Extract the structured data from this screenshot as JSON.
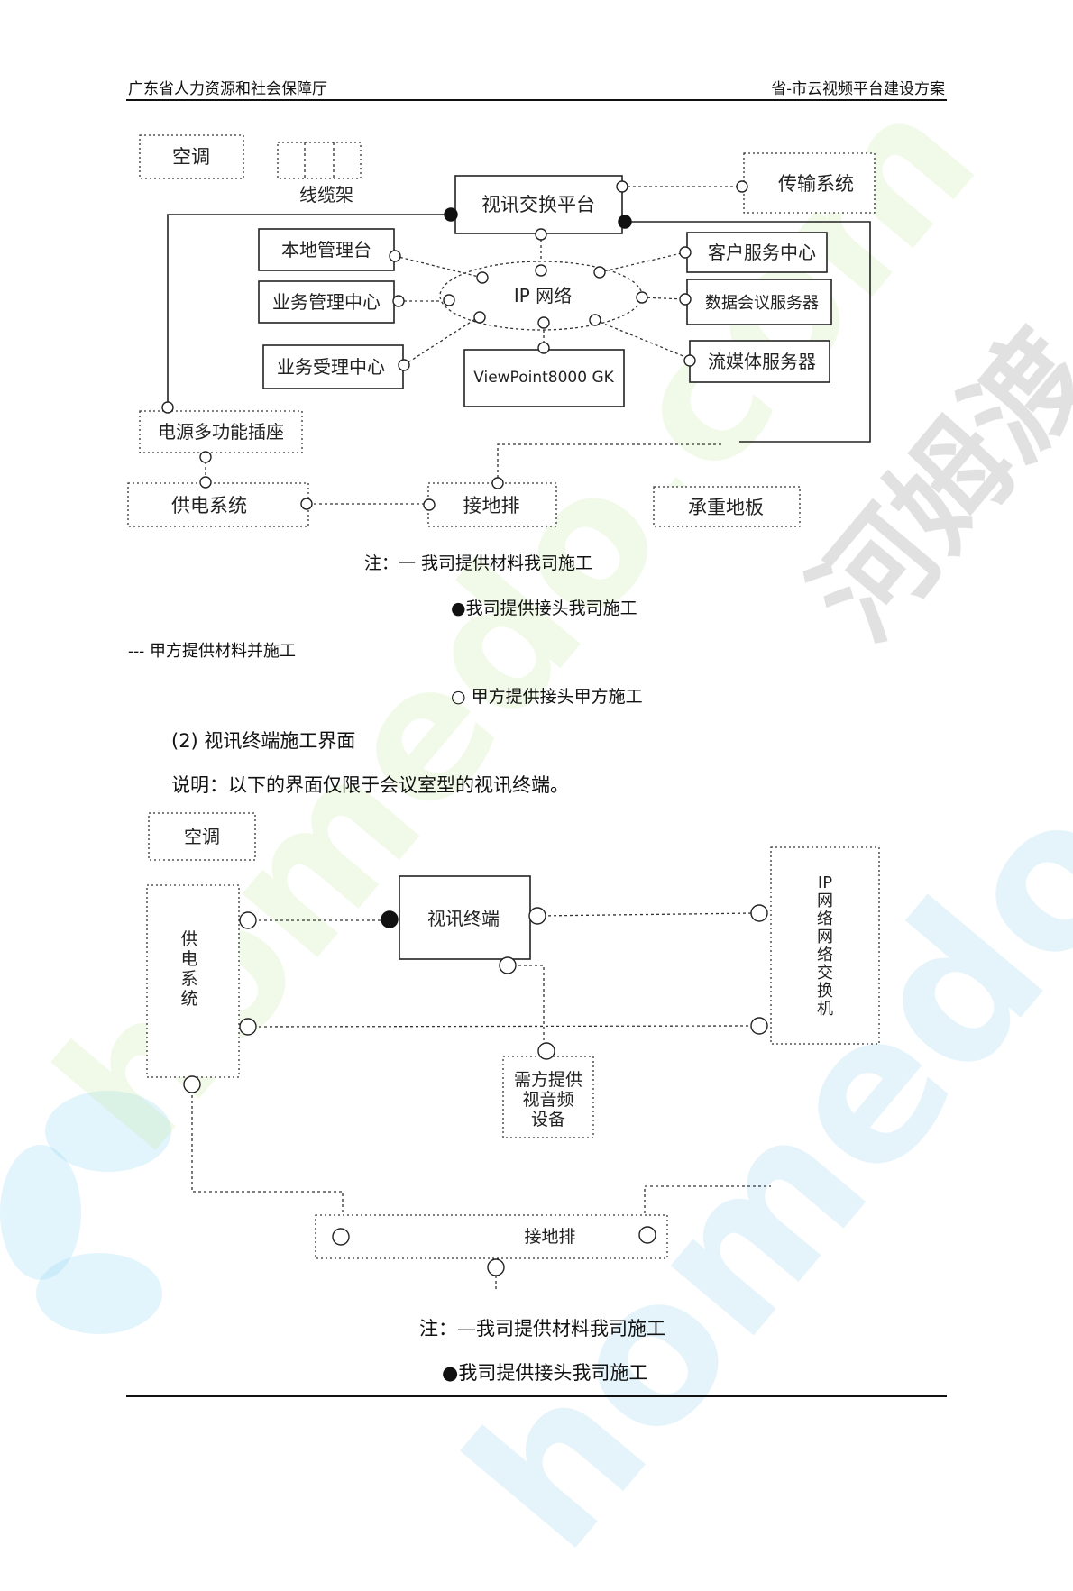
{
  "header": {
    "left": "广东省人力资源和社会保障厅",
    "right": "省-市云视频平台建设方案"
  },
  "watermark": {
    "zh": "河姆渡",
    "en1": "homedo.com",
    "en2": "homedo.com"
  },
  "diagram1": {
    "ac": "空调",
    "rack": "线缆架",
    "switch": "视讯交换平台",
    "transport": "传输系统",
    "local_mgmt": "本地管理台",
    "biz_mgmt": "业务管理中心",
    "biz_accept": "业务受理中心",
    "ip_net": "IP 网络",
    "viewpoint": "ViewPoint8000 GK",
    "cust": "客户服务中心",
    "dataconf": "数据会议服务器",
    "stream": "流媒体服务器",
    "power_socket": "电源多功能插座",
    "power": "供电系统",
    "ground": "接地排",
    "floor": "承重地板"
  },
  "notes1": {
    "n1": "注：一 我司提供材料我司施工",
    "n2": "●我司提供接头我司施工",
    "n3": "--- 甲方提供材料并施工",
    "n4": "○ 甲方提供接头甲方施工"
  },
  "section": {
    "title": "(2)  视讯终端施工界面",
    "desc": "说明：以下的界面仅限于会议室型的视讯终端。"
  },
  "diagram2": {
    "ac": "空调",
    "power": "供电系统",
    "terminal": "视讯终端",
    "switch": "IP网络网络交换机",
    "av_line1": "需方提供",
    "av_line2": "视音频",
    "av_line3": "设备",
    "ground": "接地排"
  },
  "notes2": {
    "n1": "注：—我司提供材料我司施工",
    "n2": "●我司提供接头我司施工"
  }
}
